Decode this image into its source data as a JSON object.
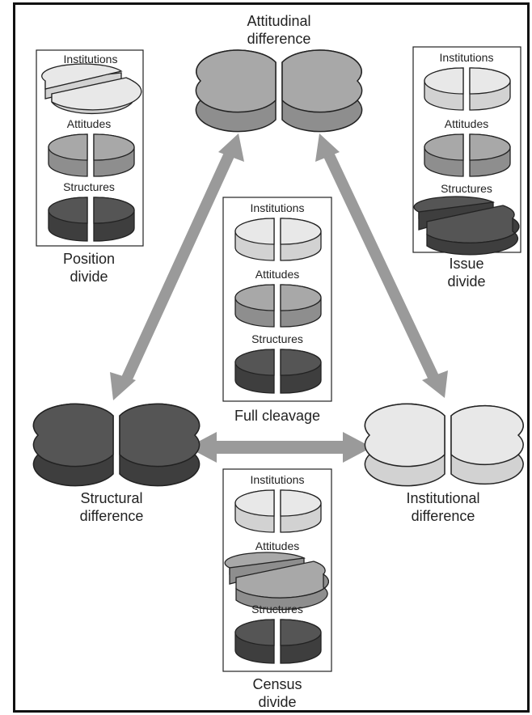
{
  "nodes": {
    "attitudinal": [
      "Attitudinal",
      "difference"
    ],
    "structural": [
      "Structural",
      "difference"
    ],
    "institutional": [
      "Institutional",
      "difference"
    ]
  },
  "insets": {
    "position": {
      "rows": [
        "Institutions",
        "Attitudes",
        "Structures"
      ],
      "caption": [
        "Position",
        "divide"
      ],
      "open_layer": "Institutions"
    },
    "issue": {
      "rows": [
        "Institutions",
        "Attitudes",
        "Structures"
      ],
      "caption": [
        "Issue",
        "divide"
      ],
      "open_layer": "Structures"
    },
    "full": {
      "rows": [
        "Institutions",
        "Attitudes",
        "Structures"
      ],
      "caption": [
        "Full cleavage"
      ],
      "open_layer": ""
    },
    "census": {
      "rows": [
        "Institutions",
        "Attitudes",
        "Structures"
      ],
      "caption": [
        "Census",
        "divide"
      ],
      "open_layer": "Attitudes"
    }
  },
  "colors": {
    "institutions": "#e8e8e8",
    "attitudes": "#a8a8a8",
    "structures": "#555555",
    "arrow": "#9a9a9a",
    "outline": "#222222"
  }
}
